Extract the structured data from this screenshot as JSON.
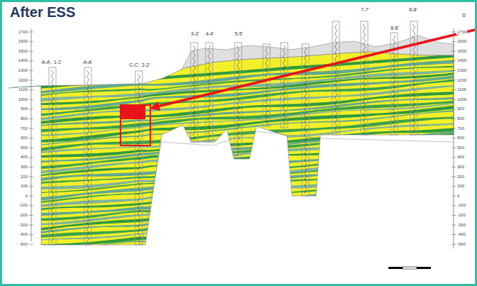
{
  "diagram": {
    "title": "After ESS",
    "labels": [
      "A-A', 1-1'",
      "A-A'",
      "C-C', 2-2'",
      "3-3'",
      "4-4'",
      "5-5'",
      "7-7'",
      "8-8'",
      "8-8'",
      "S'",
      "1700",
      "1600",
      "1500",
      "1400",
      "1300",
      "1200",
      "1100",
      "1000",
      "900",
      "800",
      "700",
      "600",
      "500",
      "400",
      "300",
      "200",
      "100",
      "0",
      "-100",
      "-200",
      "-300",
      "-400",
      "-500",
      "1700",
      "1600",
      "1500",
      "1400",
      "1300",
      "1200",
      "1100",
      "1000",
      "900",
      "800",
      "700",
      "600",
      "500",
      "400",
      "300",
      "200",
      "100",
      "0",
      "-100",
      "-200",
      "-300",
      "-400",
      "-500"
    ]
  }
}
